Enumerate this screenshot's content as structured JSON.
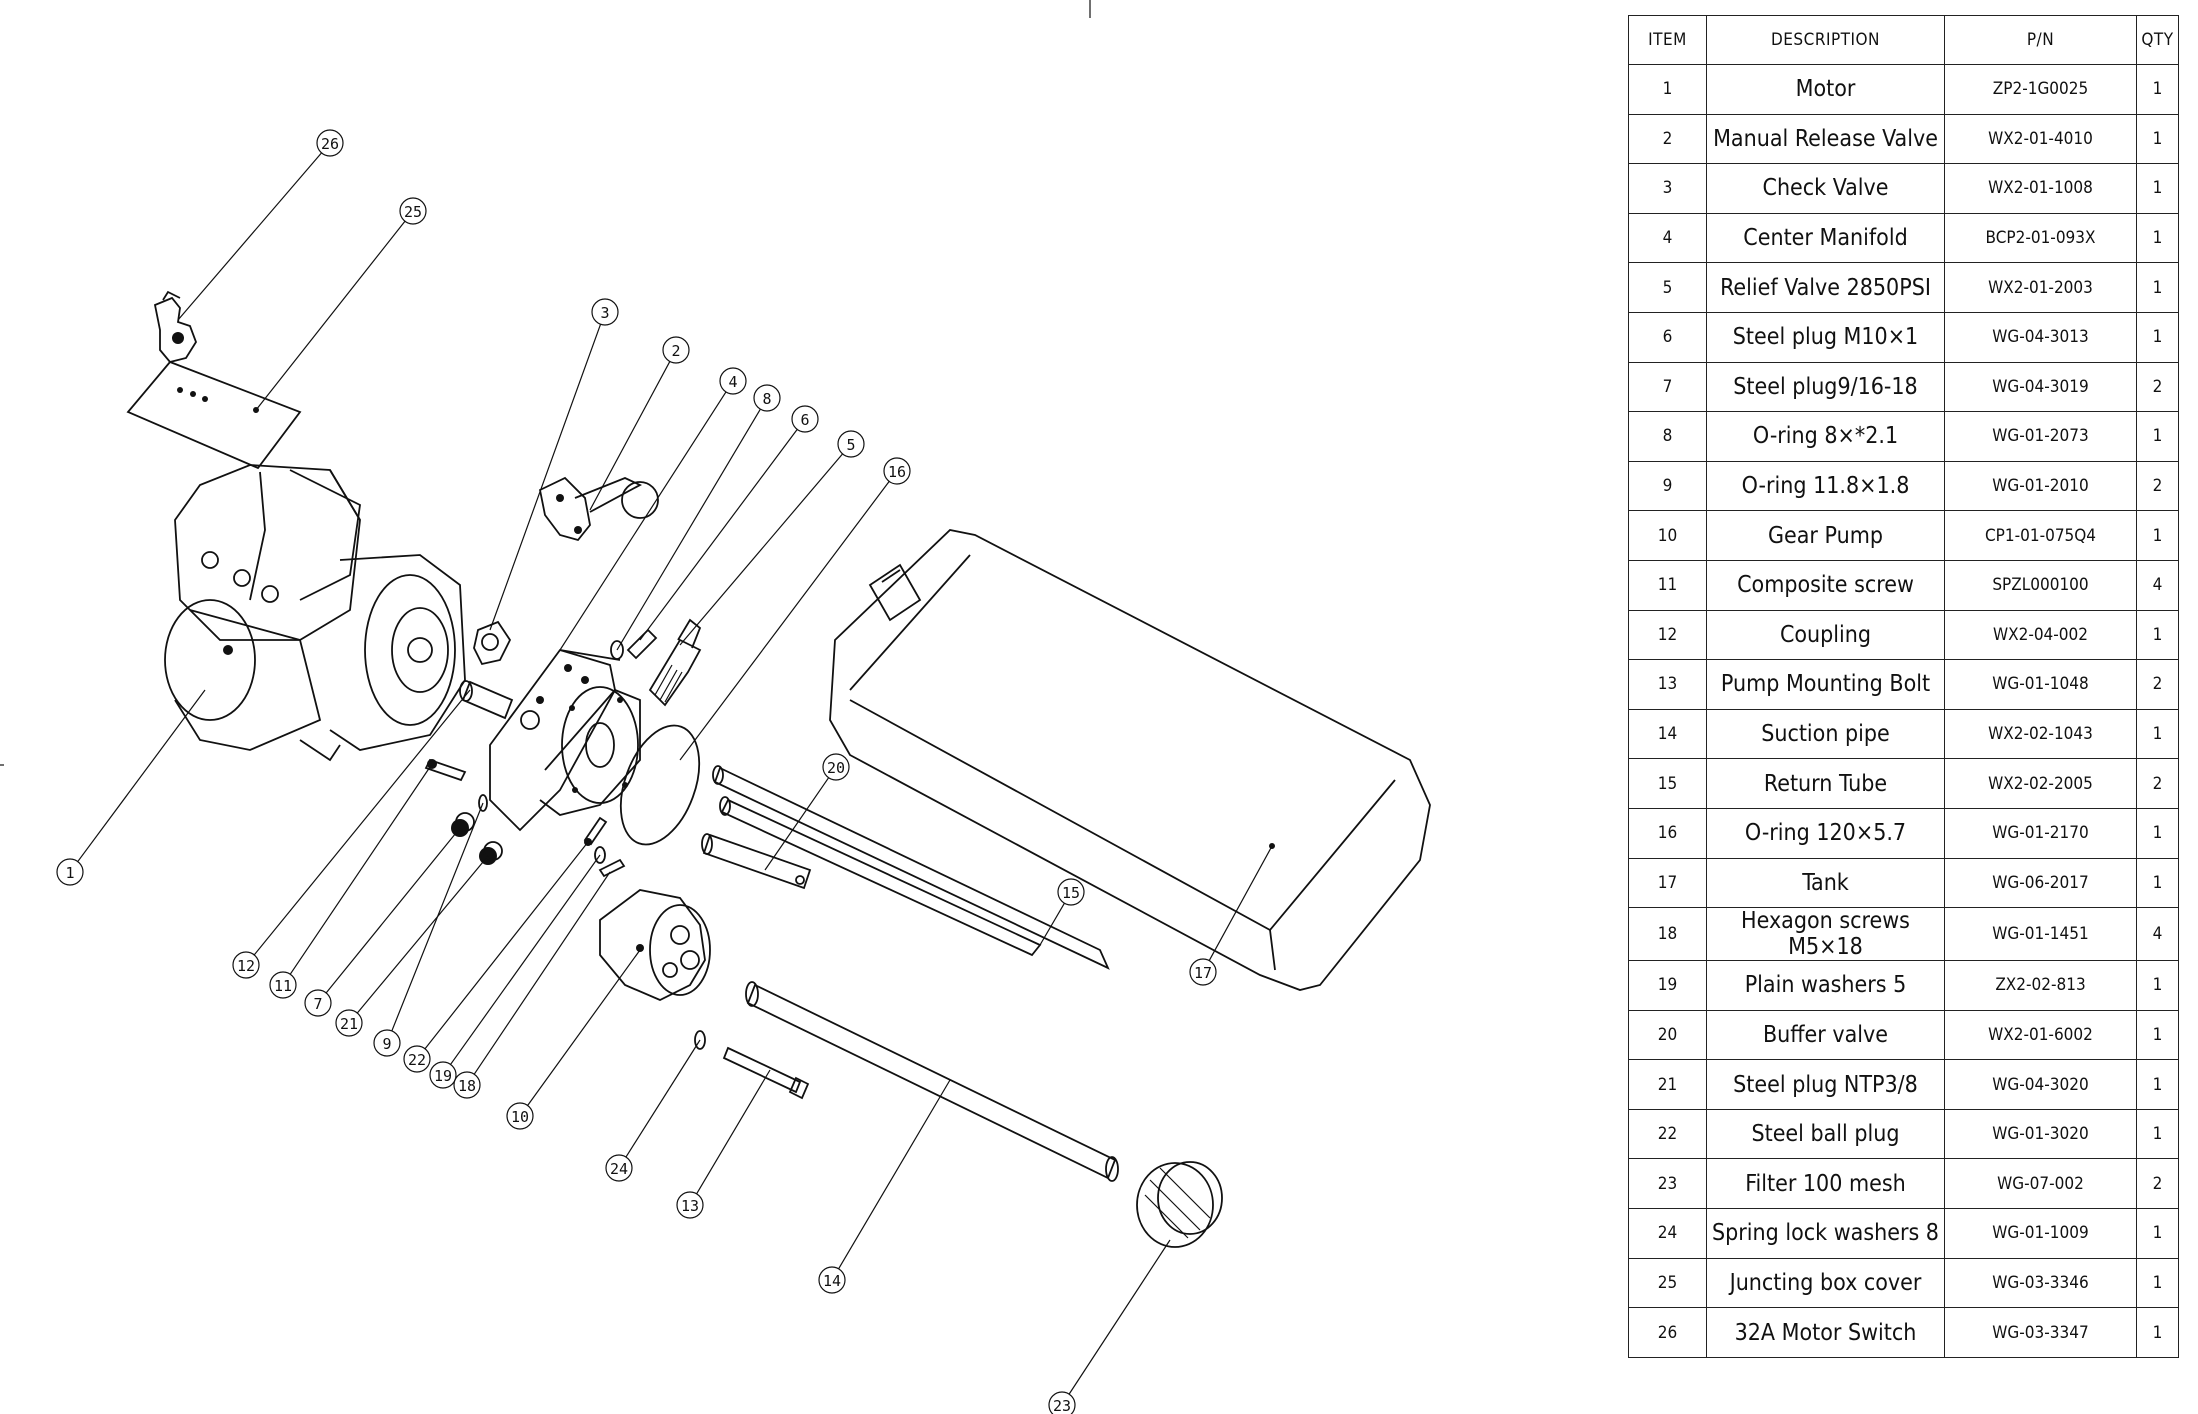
{
  "bom": {
    "headers": {
      "item": "ITEM",
      "description": "DESCRIPTION",
      "pn": "P/N",
      "qty": "QTY"
    },
    "rows": [
      {
        "item": "1",
        "description": "Motor",
        "pn": "ZP2-1G0025",
        "qty": "1"
      },
      {
        "item": "2",
        "description": "Manual Release Valve",
        "pn": "WX2-01-4010",
        "qty": "1"
      },
      {
        "item": "3",
        "description": "Check Valve",
        "pn": "WX2-01-1008",
        "qty": "1"
      },
      {
        "item": "4",
        "description": "Center Manifold",
        "pn": "BCP2-01-093X",
        "qty": "1"
      },
      {
        "item": "5",
        "description": "Relief Valve 2850PSI",
        "pn": "WX2-01-2003",
        "qty": "1"
      },
      {
        "item": "6",
        "description": "Steel plug M10×1",
        "pn": "WG-04-3013",
        "qty": "1"
      },
      {
        "item": "7",
        "description": "Steel plug9/16-18",
        "pn": "WG-04-3019",
        "qty": "2"
      },
      {
        "item": "8",
        "description": "O-ring 8×*2.1",
        "pn": "WG-01-2073",
        "qty": "1"
      },
      {
        "item": "9",
        "description": "O-ring 11.8×1.8",
        "pn": "WG-01-2010",
        "qty": "2"
      },
      {
        "item": "10",
        "description": "Gear Pump",
        "pn": "CP1-01-075Q4",
        "qty": "1"
      },
      {
        "item": "11",
        "description": "Composite screw",
        "pn": "SPZL000100",
        "qty": "4"
      },
      {
        "item": "12",
        "description": "Coupling",
        "pn": "WX2-04-002",
        "qty": "1"
      },
      {
        "item": "13",
        "description": "Pump Mounting Bolt",
        "pn": "WG-01-1048",
        "qty": "2"
      },
      {
        "item": "14",
        "description": "Suction pipe",
        "pn": "WX2-02-1043",
        "qty": "1"
      },
      {
        "item": "15",
        "description": "Return Tube",
        "pn": "WX2-02-2005",
        "qty": "2"
      },
      {
        "item": "16",
        "description": "O-ring 120×5.7",
        "pn": "WG-01-2170",
        "qty": "1"
      },
      {
        "item": "17",
        "description": "Tank",
        "pn": "WG-06-2017",
        "qty": "1"
      },
      {
        "item": "18",
        "description": "Hexagon screws M5×18",
        "pn": "WG-01-1451",
        "qty": "4"
      },
      {
        "item": "19",
        "description": "Plain washers 5",
        "pn": "ZX2-02-813",
        "qty": "1"
      },
      {
        "item": "20",
        "description": "Buffer valve",
        "pn": "WX2-01-6002",
        "qty": "1"
      },
      {
        "item": "21",
        "description": "Steel plug NTP3/8",
        "pn": "WG-04-3020",
        "qty": "1"
      },
      {
        "item": "22",
        "description": "Steel ball plug",
        "pn": "WG-01-3020",
        "qty": "1"
      },
      {
        "item": "23",
        "description": "Filter 100 mesh",
        "pn": "WG-07-002",
        "qty": "2"
      },
      {
        "item": "24",
        "description": "Spring lock washers 8",
        "pn": "WG-01-1009",
        "qty": "1"
      },
      {
        "item": "25",
        "description": "Juncting box cover",
        "pn": "WG-03-3346",
        "qty": "1"
      },
      {
        "item": "26",
        "description": "32A Motor Switch",
        "pn": "WG-03-3347",
        "qty": "1"
      }
    ]
  },
  "balloons": [
    "1",
    "2",
    "3",
    "4",
    "5",
    "6",
    "7",
    "8",
    "9",
    "10",
    "11",
    "12",
    "13",
    "14",
    "15",
    "16",
    "17",
    "18",
    "19",
    "20",
    "21",
    "22",
    "23",
    "24",
    "25",
    "26"
  ]
}
